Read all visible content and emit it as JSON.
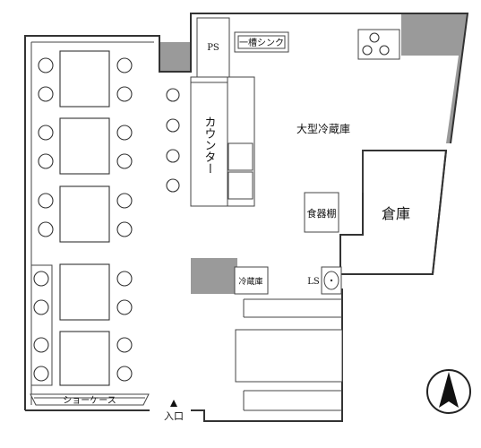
{
  "labels": {
    "ps": "PS",
    "sink": "一槽シンク",
    "counter": "カウンター",
    "fridge_large": "大型冷蔵庫",
    "dish_shelf": "食器棚",
    "storage": "倉庫",
    "fridge_small": "冷蔵庫",
    "ls": "LS",
    "showcase": "ショーケース",
    "entrance": "入口"
  },
  "icons": {
    "north": "north-arrow-icon",
    "entrance_arrow": "up-triangle-icon",
    "burner": "gas-burner-icon"
  },
  "colors": {
    "wall_fill": "#9a9a9a",
    "line": "#333333",
    "background": "#ffffff"
  }
}
